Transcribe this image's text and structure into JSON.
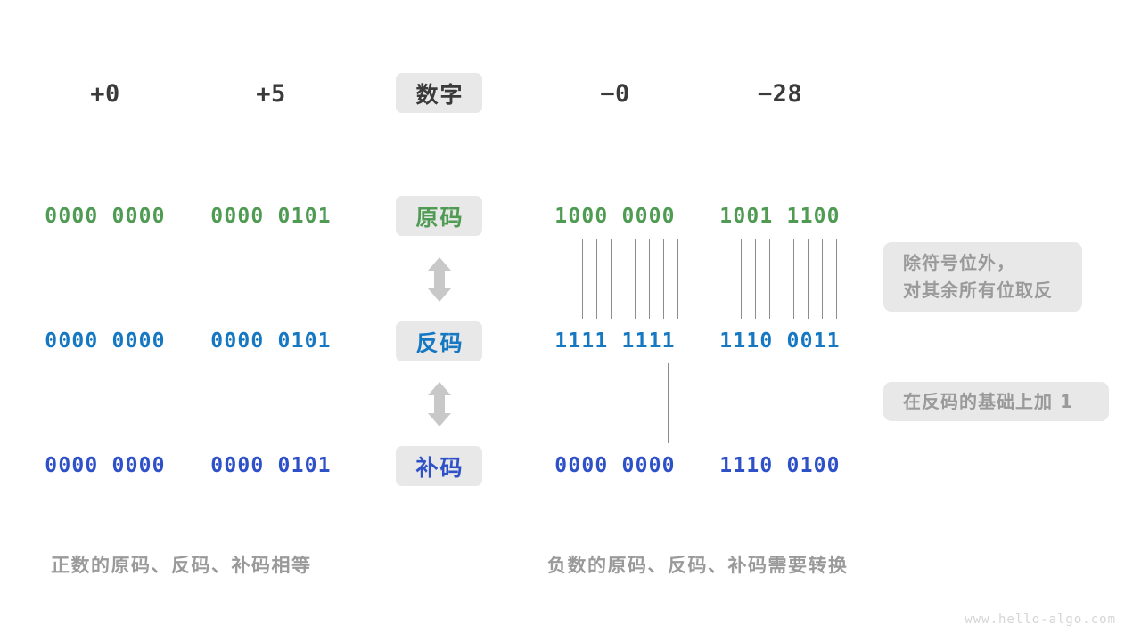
{
  "meta": {
    "watermark": "www.hello-algo.com"
  },
  "colors": {
    "green": "#509b54",
    "blue": "#1678c2",
    "indigo": "#2f51c8",
    "chip_bg": "#e8e8e8",
    "gray_text": "#9a9a9a",
    "dark_text": "#3a3a3a",
    "line": "#8c8c8c"
  },
  "header": {
    "row_label": "数字",
    "columns": [
      "+0",
      "+5",
      "−0",
      "−28"
    ]
  },
  "rows": [
    {
      "label": "原码",
      "label_color": "#509b54",
      "value_color": "green",
      "values": [
        "0000 0000",
        "0000 0101",
        "1000 0000",
        "1001 1100"
      ]
    },
    {
      "label": "反码",
      "label_color": "#1678c2",
      "value_color": "blue",
      "values": [
        "0000 0000",
        "0000 0101",
        "1111 1111",
        "1110 0011"
      ]
    },
    {
      "label": "补码",
      "label_color": "#2f51c8",
      "value_color": "indigo",
      "values": [
        "0000 0000",
        "0000 0101",
        "0000 0000",
        "1110 0100"
      ]
    }
  ],
  "annotations": [
    {
      "id": "invert-note",
      "lines": [
        "除符号位外，",
        "对其余所有位取反"
      ]
    },
    {
      "id": "add-one-note",
      "lines": [
        "在反码的基础上加 1"
      ]
    }
  ],
  "captions": {
    "left": "正数的原码、反码、补码相等",
    "right": "负数的原码、反码、补码需要转换"
  },
  "arrows": {
    "icon_name": "double-arrow-vertical",
    "count": 2
  }
}
